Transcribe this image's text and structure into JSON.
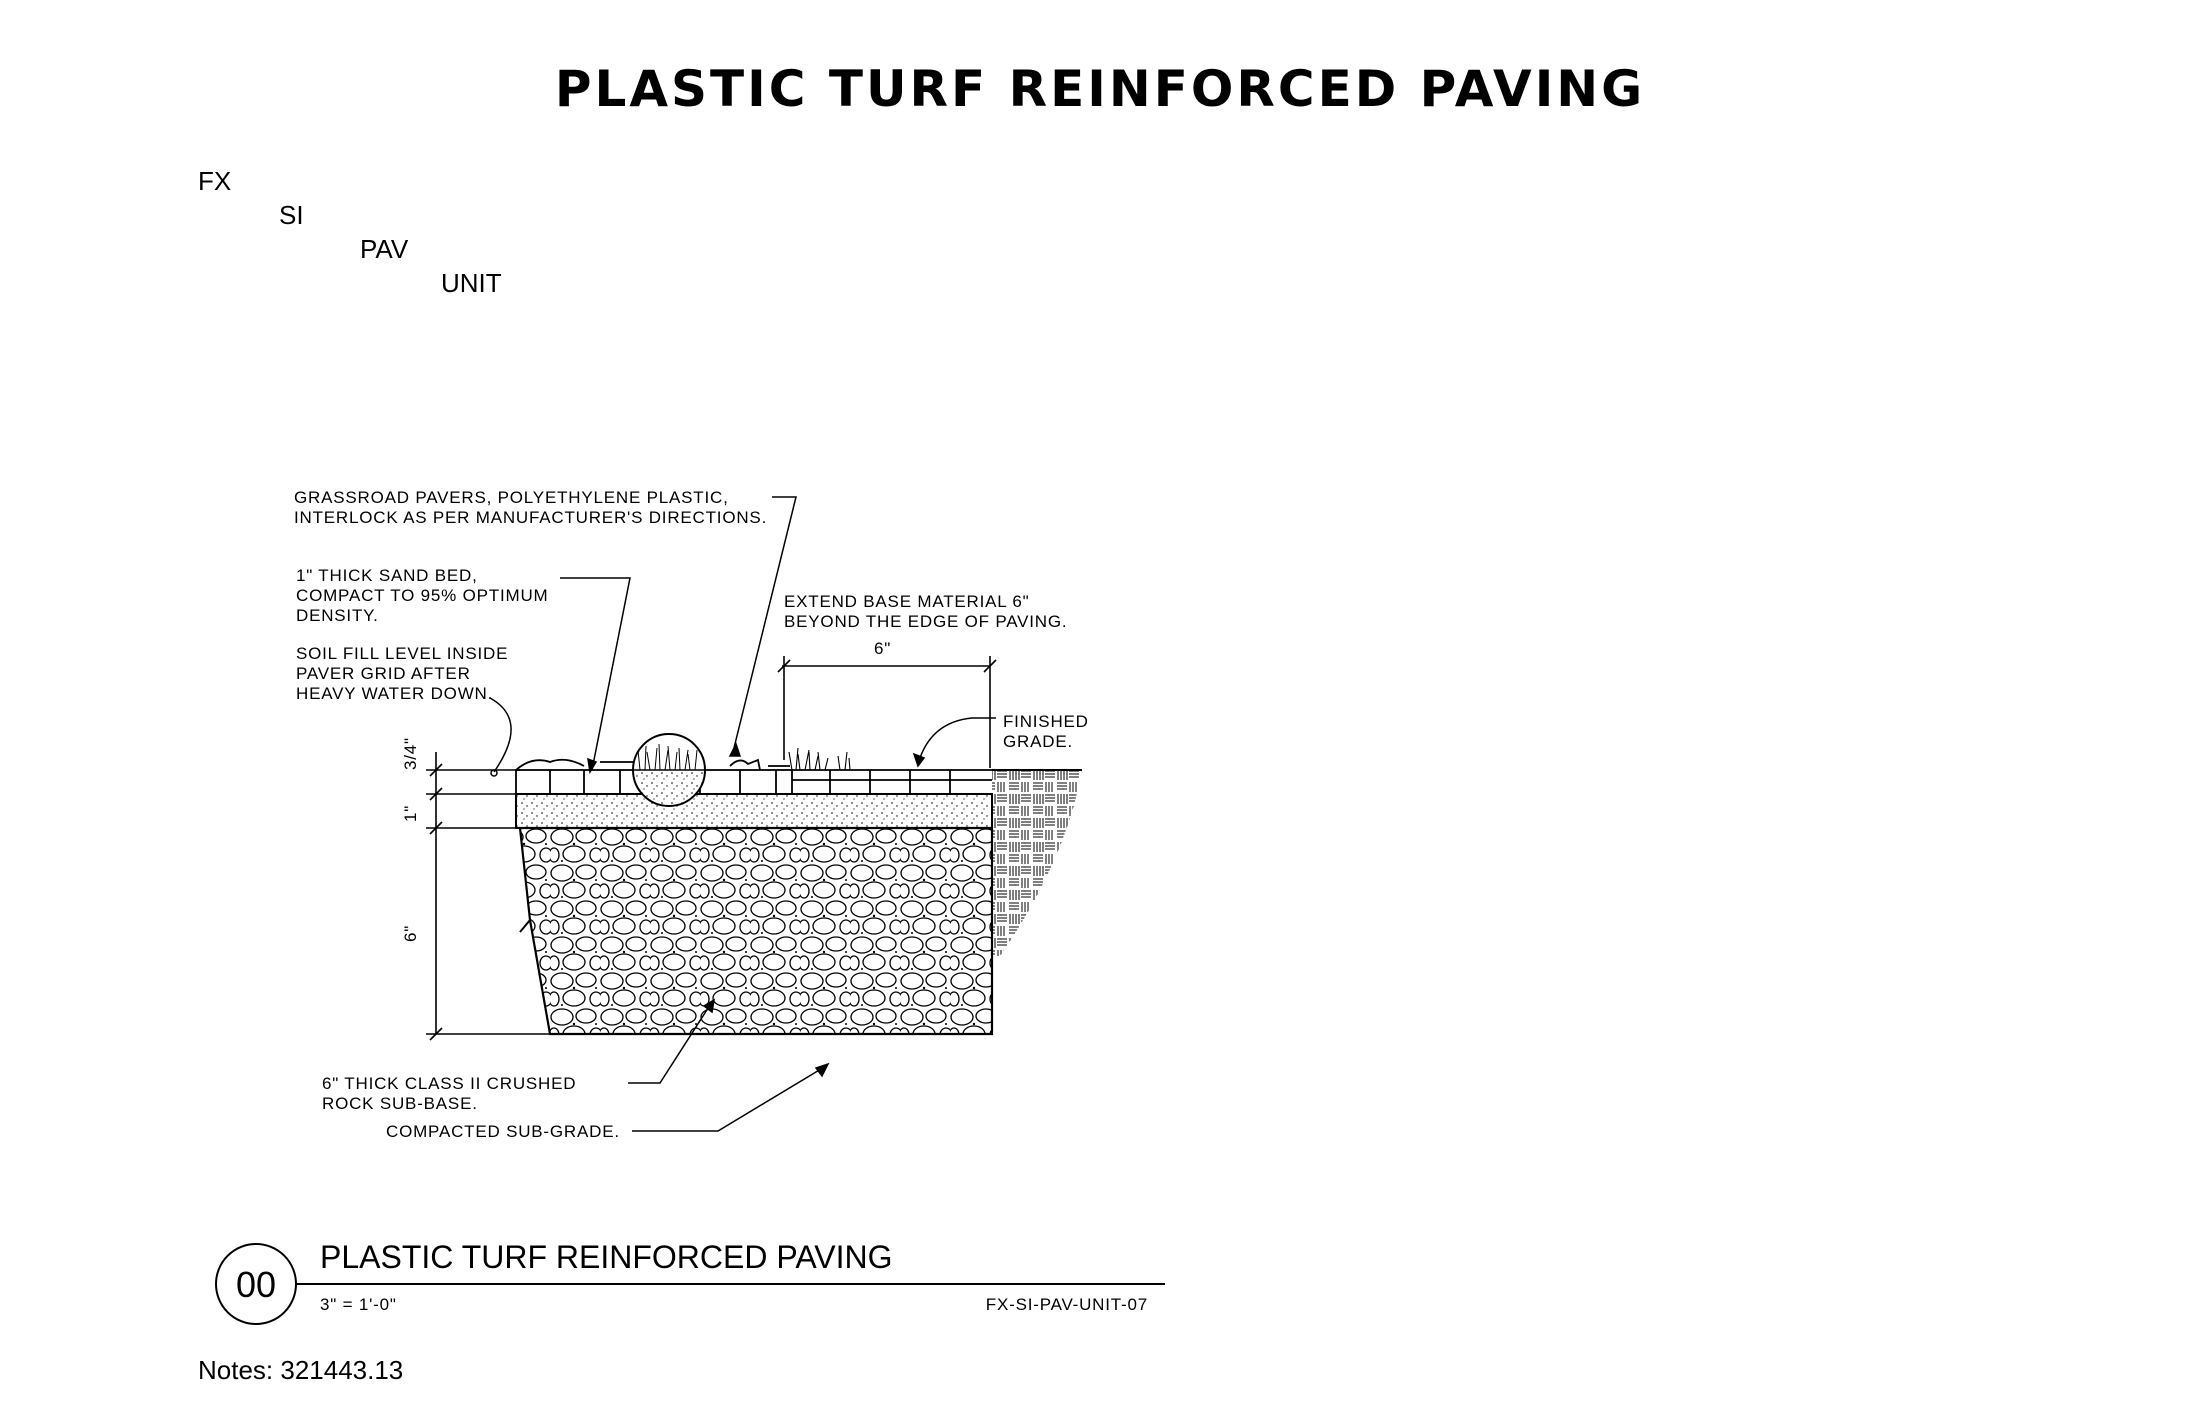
{
  "sheet_title": "PLASTIC TURF REINFORCED PAVING",
  "code_parts": [
    "FX",
    "SI",
    "PAV",
    "UNIT"
  ],
  "callouts": {
    "pavers_1": "GRASSROAD PAVERS, POLYETHYLENE PLASTIC,",
    "pavers_2": "INTERLOCK AS PER MANUFACTURER'S DIRECTIONS.",
    "sand_1": "1\" THICK SAND BED,",
    "sand_2": "COMPACT TO 95% OPTIMUM",
    "sand_3": "DENSITY.",
    "soil_1": "SOIL FILL LEVEL INSIDE",
    "soil_2": "PAVER GRID AFTER",
    "soil_3": "HEAVY WATER DOWN.",
    "extend_1": "EXTEND BASE MATERIAL 6\"",
    "extend_2": "BEYOND THE EDGE OF PAVING.",
    "finished_1": "FINISHED",
    "finished_2": "GRADE.",
    "rock_1": "6\" THICK CLASS II CRUSHED",
    "rock_2": "ROCK SUB-BASE.",
    "subgrade": "COMPACTED SUB-GRADE."
  },
  "dimensions": {
    "extend": "6\"",
    "paver": "3/4\"",
    "sand": "1\"",
    "base": "6\""
  },
  "detail_label": {
    "number": "00",
    "title": "PLASTIC TURF REINFORCED PAVING",
    "scale": "3\" = 1'-0\"",
    "drawing_id": "FX-SI-PAV-UNIT-07"
  },
  "notes": "Notes: 321443.13"
}
